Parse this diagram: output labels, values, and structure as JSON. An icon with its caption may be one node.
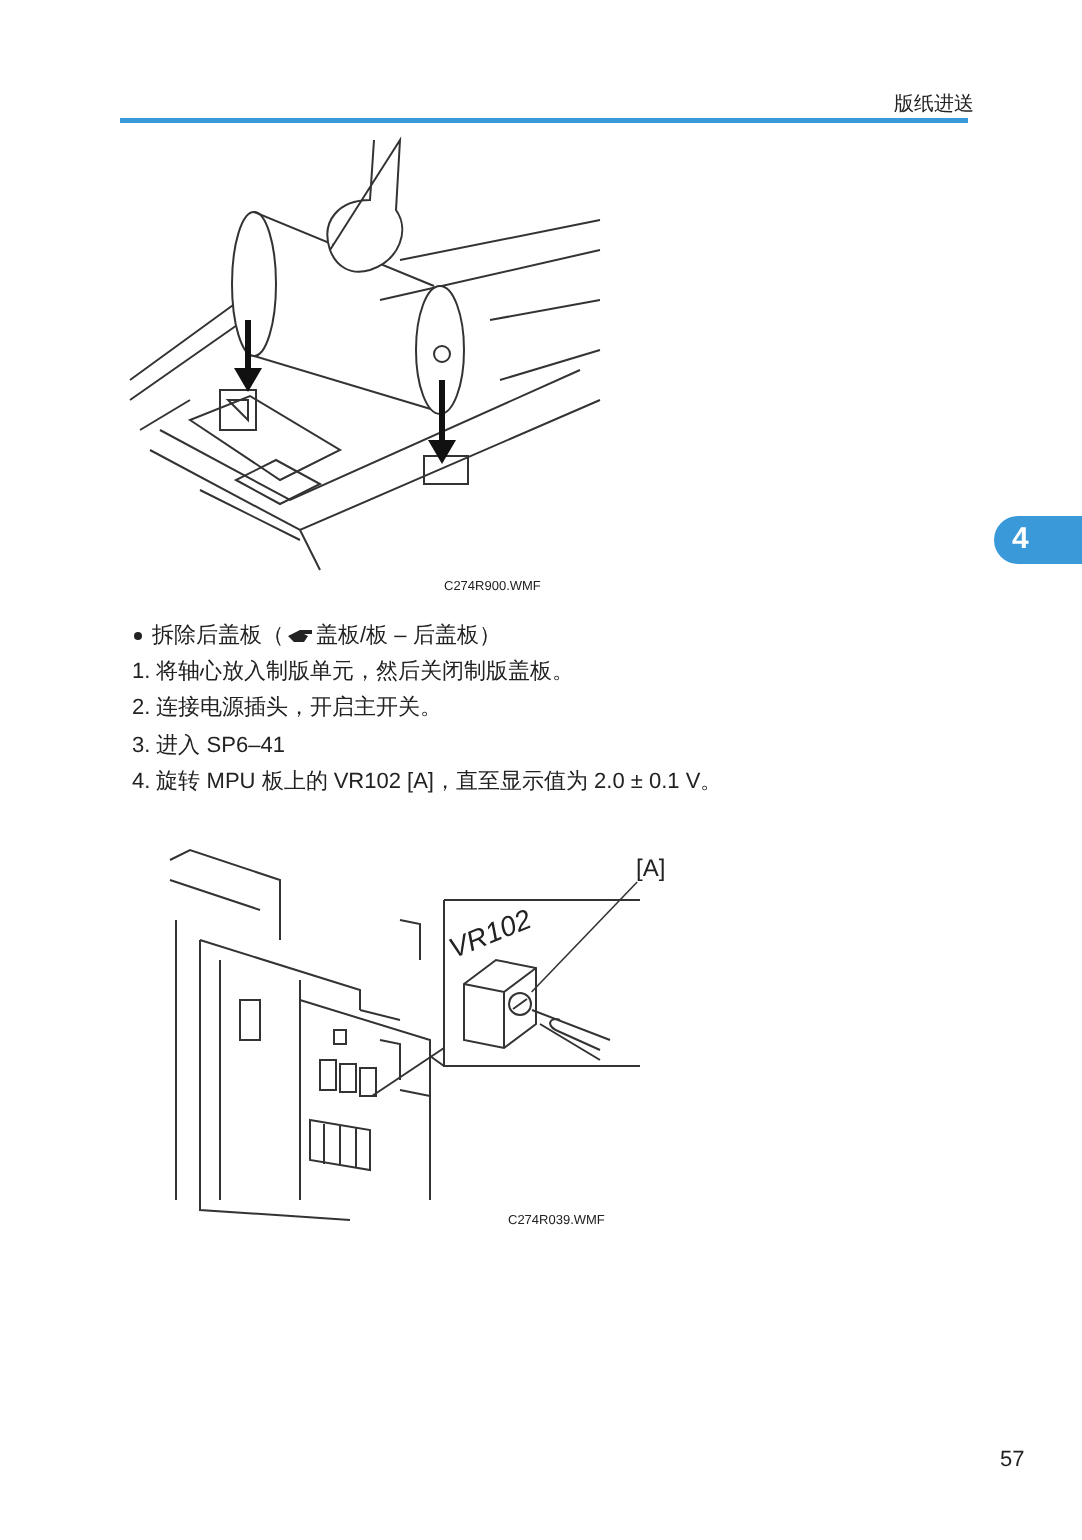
{
  "diagram": {
    "nodes": [
      {
        "text": [
          "[A]"
        ]
      },
      {
        "text": [],
        "shape": "circle"
      }
    ],
    "edges": [
      {
        "from": 0,
        "to": 1,
        "arrow": "none"
      }
    ],
    "labels": [
      "版纸进送",
      "4",
      "C274R900.WMF",
      "拆除后盖板（",
      "盖板/板 – 后盖板）",
      "1. 将轴心放入制版单元，然后关闭制版盖板。",
      "2. 连接电源插头，开启主开关。",
      "3. 进入 SP6–41",
      "4. 旋转 MPU 板上的 VR102 [A]，直至显示值为 2.0 ± 0.1 V。",
      "VR102",
      "C274R039.WMF",
      "57"
    ]
  }
}
